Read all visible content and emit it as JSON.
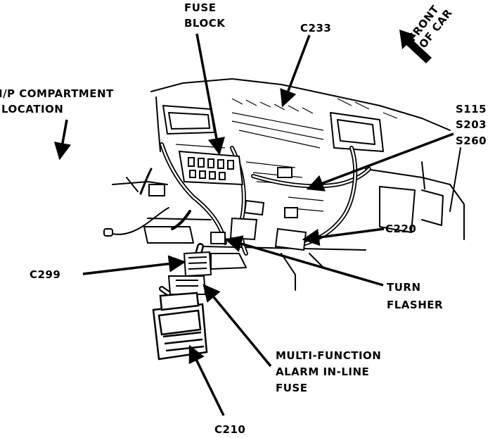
{
  "callouts": {
    "fuse_block": {
      "line1": "FUSE",
      "line2": "BLOCK"
    },
    "c233": "C233",
    "front_of_car": {
      "line1": "FRONT",
      "line2": "OF CAR"
    },
    "ip_compartment": {
      "line1": "I/P COMPARTMENT",
      "line2": "LOCATION"
    },
    "splices": {
      "s115": "S115",
      "s203": "S203",
      "s260": "S260"
    },
    "c220": "C220",
    "c299": "C299",
    "turn_flasher": {
      "line1": "TURN",
      "line2": "FLASHER"
    },
    "alarm_fuse": {
      "line1": "MULTI-FUNCTION",
      "line2": "ALARM IN-LINE",
      "line3": "FUSE"
    },
    "c210": "C210"
  },
  "colors": {
    "ink": "#000000",
    "paper": "#ffffff"
  }
}
